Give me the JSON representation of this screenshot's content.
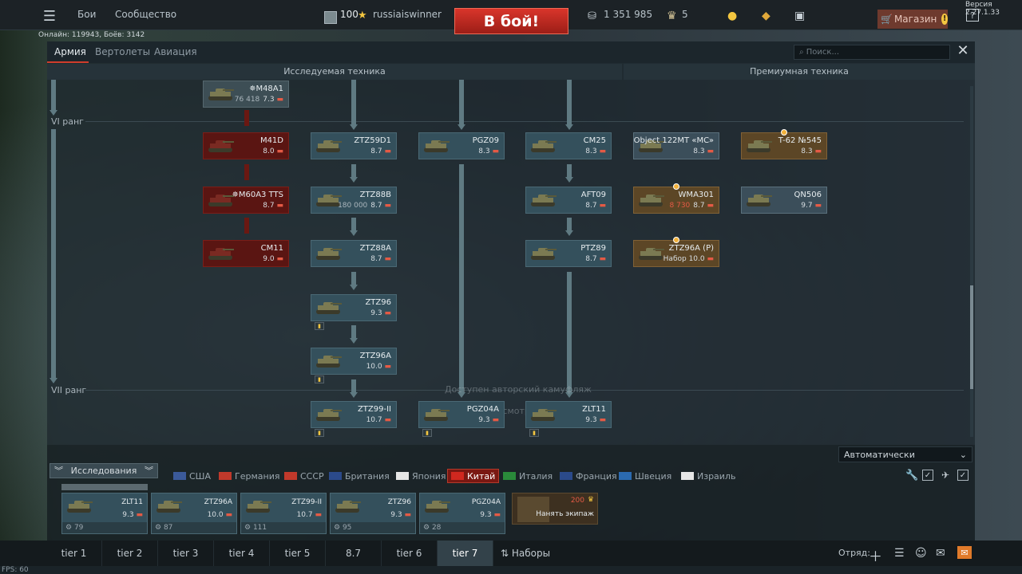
{
  "version": "Версия 2.27.1.33",
  "topbar": {
    "menu_icon": "hamburger-icon",
    "battles": "Бои",
    "community": "Сообщество",
    "level": "100",
    "username": "russiaiswinner",
    "battle_button": "В бой!",
    "silver": "1 351 985",
    "eagles": "5",
    "shop": "Магазин",
    "help": "?"
  },
  "online_text": "Онлайн: 119943, Боёв: 3142",
  "tabs": [
    {
      "label": "Армия",
      "active": true
    },
    {
      "label": "Вертолеты",
      "active": false
    },
    {
      "label": "Авиация",
      "active": false
    }
  ],
  "search_placeholder": "Поиск...",
  "columns": {
    "researched": "Исследуемая техника",
    "premium": "Премиумная техника"
  },
  "ranks": {
    "vi": "VI ранг",
    "vii": "VII ранг"
  },
  "vehicles": [
    {
      "id": "m48a1",
      "name": "✵M48A1",
      "br": "7.3",
      "extra": "76 418",
      "style": "dark"
    },
    {
      "id": "m41d",
      "name": "M41D",
      "br": "8.0",
      "style": "red"
    },
    {
      "id": "m60a3",
      "name": "✵M60A3 TTS",
      "br": "8.7",
      "style": "red"
    },
    {
      "id": "cm11",
      "name": "CM11",
      "br": "9.0",
      "style": "red"
    },
    {
      "id": "ztz59d1",
      "name": "ZTZ59D1",
      "br": "8.7",
      "style": "normal"
    },
    {
      "id": "ztz88b",
      "name": "ZTZ88B",
      "br": "8.7",
      "extra": "180 000",
      "style": "normal"
    },
    {
      "id": "ztz88a",
      "name": "ZTZ88A",
      "br": "8.7",
      "style": "normal"
    },
    {
      "id": "ztz96",
      "name": "ZTZ96",
      "br": "9.3",
      "style": "normal"
    },
    {
      "id": "ztz96a",
      "name": "ZTZ96A",
      "br": "10.0",
      "style": "normal"
    },
    {
      "id": "ztz99ii",
      "name": "ZTZ99-II",
      "br": "10.7",
      "style": "normal"
    },
    {
      "id": "pgz09",
      "name": "PGZ09",
      "br": "8.3",
      "style": "normal"
    },
    {
      "id": "pgz04a",
      "name": "PGZ04A",
      "br": "9.3",
      "style": "normal"
    },
    {
      "id": "cm25",
      "name": "CM25",
      "br": "8.3",
      "style": "normal"
    },
    {
      "id": "aft09",
      "name": "AFT09",
      "br": "8.7",
      "style": "normal"
    },
    {
      "id": "ptz89",
      "name": "PTZ89",
      "br": "8.7",
      "style": "normal"
    },
    {
      "id": "zlt11",
      "name": "ZLT11",
      "br": "9.3",
      "style": "normal"
    },
    {
      "id": "obj122",
      "name": "Object 122MT «MC»",
      "br": "8.3",
      "style": "prem2"
    },
    {
      "id": "t62",
      "name": "T-62 №545",
      "br": "8.3",
      "style": "prem"
    },
    {
      "id": "wma301",
      "name": "WMA301",
      "br": "8.7",
      "extra": "8 730",
      "style": "prem"
    },
    {
      "id": "qn506",
      "name": "QN506",
      "br": "9.7",
      "style": "prem2"
    },
    {
      "id": "ztz96ap",
      "name": "ZTZ96A (P)",
      "br": "Набор 10.0",
      "style": "prem"
    }
  ],
  "ghost_text": [
    "Доступен авторский камуфляж",
    "Посмотреть"
  ],
  "lower": {
    "auto_select": "Автоматически",
    "research": "Исследования",
    "nations": [
      "США",
      "Германия",
      "СССР",
      "Британия",
      "Япония",
      "Китай",
      "Италия",
      "Франция",
      "Швеция",
      "Израиль"
    ],
    "active_nation": "Китай",
    "slots": [
      {
        "name": "ZLT11",
        "br": "9.3",
        "crew": "79"
      },
      {
        "name": "ZTZ96A",
        "br": "10.0",
        "crew": "87"
      },
      {
        "name": "ZTZ99-II",
        "br": "10.7",
        "crew": "111"
      },
      {
        "name": "ZTZ96",
        "br": "9.3",
        "crew": "95"
      },
      {
        "name": "PGZ04A",
        "br": "9.3",
        "crew": "28"
      }
    ],
    "crew_cost": "200",
    "crew_label": "Нанять экипаж"
  },
  "tiers": [
    "tier 1",
    "tier 2",
    "tier 3",
    "tier 4",
    "tier 5",
    "8.7",
    "tier 6",
    "tier 7"
  ],
  "active_tier": "tier 7",
  "sets": "Наборы",
  "squad": "Отряд:",
  "fps": "FPS: 60",
  "colors": {
    "accent": "#d03d2c",
    "card": "#34505c",
    "premium": "#5c4626",
    "locked": "#5a1512"
  }
}
